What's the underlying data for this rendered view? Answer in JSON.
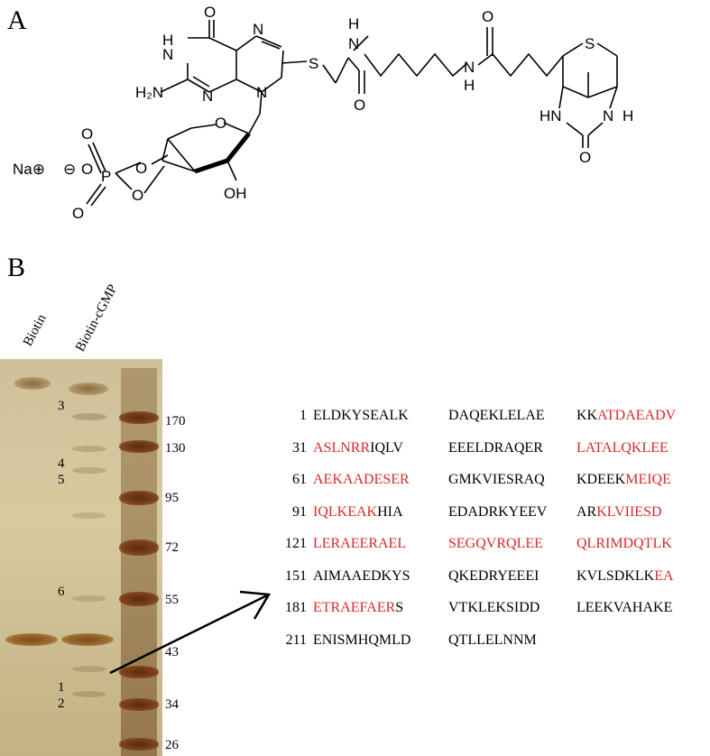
{
  "panels": {
    "a": "A",
    "b": "B"
  },
  "structure": {
    "atoms": {
      "o_top": "O",
      "h_n1": "H",
      "n1": "N",
      "n_top": "N",
      "n_left": "N",
      "n_right": "N",
      "h2n": "H₂N",
      "s_thio": "S",
      "h_amide1": "H",
      "n_amide1": "N",
      "o_amide1_top": "O",
      "o_amide1": "O",
      "o_amide2": "O",
      "n_amide2": "N",
      "h_amide2": "H",
      "s_ring": "S",
      "hn_left": "HN",
      "n_biotin": "N",
      "h_biotin": "H",
      "o_biotin": "O",
      "na": "Na⊕",
      "minus": "⊖",
      "o_minus": "O",
      "p": "P",
      "o_p_top": "O",
      "o_p_bottom": "O",
      "o_ring1": "O",
      "o_ring2": "O",
      "oh": "OH",
      "o_sugar": "O"
    }
  },
  "gel": {
    "lanes": [
      "Biotin",
      "Biotin-cGMP"
    ],
    "band_numbers": [
      "3",
      "4",
      "5",
      "6",
      "1",
      "2"
    ],
    "mw_markers": [
      "170",
      "130",
      "95",
      "72",
      "55",
      "43",
      "34",
      "26"
    ]
  },
  "sequence": {
    "rows": [
      {
        "index": "1",
        "blocks": [
          [
            [
              "ELDKYSEALK",
              false
            ]
          ],
          [
            [
              "DAQEKLELAE",
              false
            ]
          ],
          [
            [
              "KK",
              false
            ],
            [
              "ATDAEADV",
              true
            ]
          ]
        ]
      },
      {
        "index": "31",
        "blocks": [
          [
            [
              "ASLNRR",
              true
            ],
            [
              "IQLV",
              false
            ]
          ],
          [
            [
              "EEELDRAQER",
              false
            ]
          ],
          [
            [
              "LATALQKLEE",
              true
            ]
          ]
        ]
      },
      {
        "index": "61",
        "blocks": [
          [
            [
              "AEKAADESER",
              true
            ]
          ],
          [
            [
              "GMKVIESRAQ",
              false
            ]
          ],
          [
            [
              "KDEEK",
              false
            ],
            [
              "MEIQE",
              true
            ]
          ]
        ]
      },
      {
        "index": "91",
        "blocks": [
          [
            [
              "IQLKEAK",
              true
            ],
            [
              "HIA",
              false
            ]
          ],
          [
            [
              "EDADRKYEEV",
              false
            ]
          ],
          [
            [
              "AR",
              false
            ],
            [
              "KLVIIESD",
              true
            ]
          ]
        ]
      },
      {
        "index": "121",
        "blocks": [
          [
            [
              "LERAEERAEL",
              true
            ]
          ],
          [
            [
              "SEGQVRQLEE",
              true
            ]
          ],
          [
            [
              "QLRIMDQTLK",
              true
            ]
          ]
        ]
      },
      {
        "index": "151",
        "blocks": [
          [
            [
              "AIMAAEDKYS",
              false
            ]
          ],
          [
            [
              "QKEDRYEEEI",
              false
            ]
          ],
          [
            [
              "KVLSDKLK",
              false
            ],
            [
              "EA",
              true
            ]
          ]
        ]
      },
      {
        "index": "181",
        "blocks": [
          [
            [
              "ETRAEFAER",
              true
            ],
            [
              "S",
              false
            ]
          ],
          [
            [
              "VTKLEKSIDD",
              false
            ]
          ],
          [
            [
              "LEEKVAHAKE",
              false
            ]
          ]
        ]
      },
      {
        "index": "211",
        "blocks": [
          [
            [
              "ENISMHQMLD",
              false
            ]
          ],
          [
            [
              "QTLLELNNM",
              false
            ]
          ]
        ]
      }
    ]
  },
  "colors": {
    "highlight": "#d42a2a",
    "marker_band": "#6a3414"
  }
}
